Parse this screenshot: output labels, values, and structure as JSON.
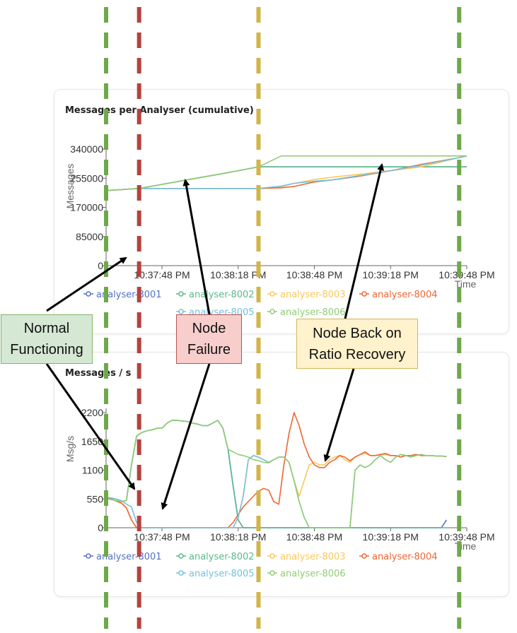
{
  "colors": {
    "analyser-8001": "#5470c6",
    "analyser-8002": "#5bb98a",
    "analyser-8003": "#fac858",
    "analyser-8004": "#ee6633",
    "analyser-8005": "#73c0de",
    "analyser-8006": "#91cc75",
    "green_marker": "#6fa84a",
    "red_marker": "#b5423e",
    "yellow_marker": "#d2b447"
  },
  "annotations": {
    "normal": {
      "line1": "Normal",
      "line2": "Functioning"
    },
    "failure": {
      "line1": "Node",
      "line2": "Failure"
    },
    "recovery": {
      "line1": "Node Back on",
      "line2": "Ratio Recovery"
    }
  },
  "markers": [
    {
      "time": "10:37:26",
      "color": "green"
    },
    {
      "time": "10:37:39",
      "color": "red"
    },
    {
      "time": "10:38:26",
      "color": "yellow"
    },
    {
      "time": "10:39:45",
      "color": "green"
    }
  ],
  "chart_data": [
    {
      "type": "line",
      "title": "Messages per Analyser (cumulative)",
      "xlabel": "Time",
      "ylabel": "Messages",
      "ylim": [
        0,
        340000
      ],
      "yticks": [
        "0",
        "85000",
        "170000",
        "255000",
        "340000"
      ],
      "xticks": [
        "10:37:48 PM",
        "10:38:18 PM",
        "10:38:48 PM",
        "10:39:18 PM",
        "10:39:48 PM"
      ],
      "x": [
        "10:37:26",
        "10:37:30",
        "10:37:39",
        "10:37:48",
        "10:38:00",
        "10:38:10",
        "10:38:18",
        "10:38:26",
        "10:38:35",
        "10:38:40",
        "10:38:48",
        "10:38:55",
        "10:39:05",
        "10:39:18",
        "10:39:30",
        "10:39:45",
        "10:39:48"
      ],
      "series": [
        {
          "name": "analyser-8001",
          "values": [
            219000,
            221000,
            225000,
            237000,
            253000,
            266000,
            277000,
            288000,
            288000,
            288000,
            288000,
            288000,
            288000,
            288000,
            288000,
            288000,
            288000
          ]
        },
        {
          "name": "analyser-8002",
          "values": [
            219000,
            221000,
            225000,
            237000,
            253000,
            266000,
            277000,
            288000,
            288000,
            288000,
            288000,
            288000,
            288000,
            288000,
            288000,
            288000,
            288000
          ]
        },
        {
          "name": "analyser-8003",
          "values": [
            219000,
            221000,
            225000,
            225000,
            225000,
            225000,
            225000,
            225000,
            230000,
            240000,
            251000,
            258000,
            266000,
            277000,
            288000,
            315000,
            320000
          ]
        },
        {
          "name": "analyser-8004",
          "values": [
            219000,
            221000,
            225000,
            225000,
            225000,
            225000,
            225000,
            225000,
            227000,
            231000,
            244000,
            250000,
            260000,
            277000,
            295000,
            315000,
            320000
          ]
        },
        {
          "name": "analyser-8005",
          "values": [
            219000,
            221000,
            225000,
            225000,
            225000,
            225000,
            225000,
            225000,
            232000,
            240000,
            246000,
            250000,
            262000,
            277000,
            293000,
            315000,
            320000
          ]
        },
        {
          "name": "analyser-8006",
          "values": [
            219000,
            221000,
            225000,
            237000,
            253000,
            266000,
            277000,
            288000,
            320000,
            320000,
            320000,
            320000,
            320000,
            320000,
            320000,
            320000,
            320000
          ]
        }
      ],
      "legend_position": "bottom"
    },
    {
      "type": "line",
      "title": "Messages / s",
      "xlabel": "Time",
      "ylabel": "Msg/s",
      "ylim": [
        0,
        2200
      ],
      "yticks": [
        "0",
        "550",
        "1100",
        "1650",
        "2200"
      ],
      "xticks": [
        "10:37:48 PM",
        "10:38:18 PM",
        "10:38:48 PM",
        "10:39:18 PM",
        "10:39:48 PM"
      ],
      "x_start": "10:37:26",
      "x_step_seconds": 2,
      "series": [
        {
          "name": "analyser-8001",
          "values": [
            560,
            540,
            520,
            500,
            520,
            1200,
            1750,
            1820,
            1850,
            1870,
            1900,
            1900,
            2000,
            2050,
            2050,
            2040,
            2030,
            2000,
            1980,
            1950,
            1950,
            2000,
            2050,
            1900,
            1500,
            800,
            150,
            0,
            0,
            0,
            0,
            0,
            0,
            0,
            0,
            0,
            0,
            0,
            0,
            0,
            0,
            0,
            0,
            0,
            0,
            0,
            0,
            0,
            0,
            0,
            0,
            0,
            0,
            0,
            0,
            0,
            0,
            0,
            0,
            0,
            0,
            0,
            0,
            0,
            0,
            0,
            0,
            150
          ]
        },
        {
          "name": "analyser-8002",
          "values": [
            560,
            540,
            520,
            500,
            520,
            1200,
            1750,
            1820,
            1850,
            1870,
            1900,
            1900,
            2000,
            2050,
            2050,
            2040,
            2030,
            2000,
            1980,
            1950,
            1950,
            2000,
            2050,
            1900,
            1500,
            800,
            150,
            0,
            0,
            0,
            0,
            0,
            0,
            0,
            0,
            0,
            0,
            0,
            0,
            0,
            0,
            0,
            0,
            0,
            0,
            0,
            0,
            0,
            0,
            0,
            0,
            0,
            0,
            0,
            0,
            0,
            0,
            0,
            0,
            0,
            0,
            0,
            0,
            0,
            0,
            0,
            0,
            0
          ]
        },
        {
          "name": "analyser-8003",
          "values": [
            580,
            560,
            520,
            480,
            380,
            150,
            0,
            0,
            0,
            0,
            0,
            0,
            0,
            0,
            0,
            0,
            0,
            0,
            0,
            0,
            0,
            0,
            0,
            0,
            0,
            0,
            200,
            600,
            1300,
            1380,
            1350,
            1300,
            1250,
            1300,
            1350,
            1350,
            1250,
            900,
            600,
            900,
            1200,
            1250,
            1200,
            1200,
            1300,
            1350,
            1380,
            1300,
            1250,
            1350,
            1400,
            1420,
            1380,
            1380,
            1400,
            1400,
            1380,
            1380,
            1350,
            1380,
            1380,
            1400,
            1380,
            1380,
            1380,
            1370,
            1370,
            1360
          ]
        },
        {
          "name": "analyser-8004",
          "values": [
            570,
            550,
            510,
            470,
            380,
            150,
            0,
            0,
            0,
            0,
            0,
            0,
            0,
            0,
            0,
            0,
            0,
            0,
            0,
            0,
            0,
            0,
            0,
            0,
            0,
            100,
            250,
            400,
            500,
            600,
            700,
            750,
            720,
            500,
            450,
            1200,
            1800,
            2200,
            1950,
            1600,
            1350,
            1200,
            1150,
            1150,
            1250,
            1300,
            1380,
            1350,
            1280,
            1350,
            1400,
            1450,
            1380,
            1380,
            1400,
            1420,
            1380,
            1380,
            1350,
            1380,
            1380,
            1400,
            1380,
            1380,
            1380,
            1370,
            1370,
            1360
          ]
        },
        {
          "name": "analyser-8005",
          "values": [
            580,
            570,
            550,
            520,
            450,
            400,
            100,
            0,
            0,
            0,
            0,
            0,
            0,
            0,
            0,
            0,
            0,
            0,
            0,
            0,
            0,
            0,
            0,
            0,
            0,
            0,
            200,
            600,
            1300,
            1380,
            1350,
            1300,
            1250,
            1300,
            1350,
            1350,
            1250,
            900,
            500,
            200,
            0,
            0,
            0,
            0,
            0,
            0,
            0,
            0,
            0,
            1100,
            1200,
            1150,
            1200,
            1300,
            1380,
            1300,
            1250,
            1350,
            1400,
            1380,
            1350,
            1380,
            1400,
            1380,
            1380,
            1370,
            1370,
            1360
          ]
        },
        {
          "name": "analyser-8006",
          "values": [
            560,
            540,
            520,
            500,
            520,
            1200,
            1750,
            1820,
            1850,
            1870,
            1900,
            1900,
            2000,
            2050,
            2050,
            2040,
            2030,
            2000,
            1980,
            1950,
            1950,
            2000,
            2050,
            1900,
            1500,
            1450,
            1400,
            1380,
            1350,
            1300,
            1280,
            1250,
            1240,
            1300,
            1350,
            1350,
            1250,
            900,
            500,
            200,
            0,
            0,
            0,
            0,
            0,
            0,
            0,
            0,
            0,
            1100,
            1200,
            1150,
            1200,
            1300,
            1380,
            1300,
            1250,
            1350,
            1400,
            1380,
            1350,
            1380,
            1400,
            1380,
            1380,
            1370,
            1370,
            1360
          ]
        }
      ],
      "legend_position": "bottom"
    }
  ]
}
